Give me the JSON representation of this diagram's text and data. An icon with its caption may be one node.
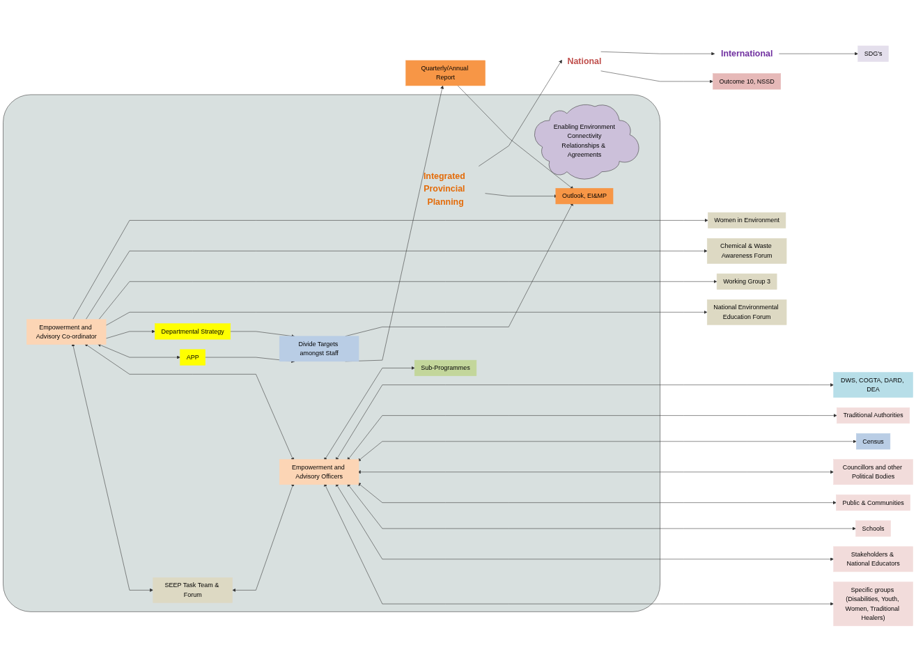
{
  "diagram": {
    "nodes": [
      {
        "text": [
          "Women in Environment"
        ]
      },
      {
        "text": [
          "Chemical & Waste Awareness Forum"
        ]
      },
      {
        "text": [
          "International"
        ]
      },
      {
        "text": [
          "SDG's"
        ]
      },
      {
        "text": [
          "Working Group 3"
        ]
      },
      {
        "text": [
          "National Environmental Education Forum"
        ]
      },
      {
        "text": [
          "National"
        ]
      },
      {
        "text": [
          "Outcome 10, NSSD"
        ]
      },
      {
        "text": [],
        "shape": "cloud"
      },
      {
        "text": [
          "Integrated Provincial Planning"
        ],
        "in": 8
      },
      {
        "text": [
          "Outlook, EI&MP"
        ],
        "in": 8
      },
      {
        "text": [
          "Quarterly/Annual Report"
        ]
      },
      {
        "text": [
          "Enabling Environment",
          "Connectivity",
          "Relationships & Agreements"
        ],
        "in": 8
      },
      {
        "text": [
          "Departmental Strategy"
        ],
        "in": 8
      },
      {
        "text": [
          "Divide Targets amongst Staff"
        ],
        "in": 8
      },
      {
        "text": [
          "Empowerment and Advisory Co-ordinator"
        ],
        "in": 8
      },
      {
        "text": [
          "APP"
        ],
        "in": 8
      },
      {
        "text": [
          "Sub-Programmes"
        ],
        "in": 8
      },
      {
        "text": [
          "SEEP Task Team & Forum"
        ],
        "in": 8
      },
      {
        "text": [
          "Empowerment and Advisory Officers"
        ],
        "in": 8
      },
      {
        "text": [
          "Stakeholders & National Educators"
        ]
      },
      {
        "text": [
          "DWS, COGTA, DARD, DEA"
        ]
      },
      {
        "text": [
          "Census"
        ]
      },
      {
        "text": [
          "Public & Communities"
        ]
      },
      {
        "text": [
          "Traditional Authorities"
        ]
      },
      {
        "text": [
          "Councillors and other Political Bodies"
        ]
      },
      {
        "text": [
          "Schools"
        ]
      },
      {
        "text": [
          "Specific groups (Disabilities, Youth, Women, Traditional Healers)"
        ]
      }
    ],
    "edges": [
      {
        "from": 15,
        "to": 0,
        "arrow": "to"
      },
      {
        "from": 15,
        "to": 1,
        "arrow": "to"
      },
      {
        "from": 15,
        "to": 4,
        "arrow": "to"
      },
      {
        "from": 15,
        "to": 5,
        "arrow": "to"
      },
      {
        "from": 9,
        "to": 6,
        "arrow": "to"
      },
      {
        "from": 6,
        "to": 2,
        "arrow": "to"
      },
      {
        "from": 2,
        "to": 3,
        "arrow": "to"
      },
      {
        "from": 6,
        "to": 7,
        "arrow": "to"
      },
      {
        "from": 9,
        "to": 10,
        "arrow": "to"
      },
      {
        "from": 11,
        "to": 10,
        "arrow": "to"
      },
      {
        "from": 14,
        "to": 10,
        "arrow": "to"
      },
      {
        "from": 14,
        "to": 11,
        "arrow": "to"
      },
      {
        "from": 15,
        "to": 13,
        "arrow": "to"
      },
      {
        "from": 13,
        "to": 14,
        "arrow": "to"
      },
      {
        "from": 16,
        "to": 14,
        "arrow": "to"
      },
      {
        "from": 15,
        "to": 16,
        "arrow": "both"
      },
      {
        "from": 15,
        "to": 19,
        "arrow": "both"
      },
      {
        "from": 15,
        "to": 18,
        "arrow": "both"
      },
      {
        "from": 18,
        "to": 19,
        "arrow": "both"
      },
      {
        "from": 19,
        "to": 17,
        "arrow": "both"
      },
      {
        "from": 19,
        "to": 21,
        "arrow": "both"
      },
      {
        "from": 19,
        "to": 24,
        "arrow": "both"
      },
      {
        "from": 19,
        "to": 22,
        "arrow": "both"
      },
      {
        "from": 19,
        "to": 25,
        "arrow": "both"
      },
      {
        "from": 19,
        "to": 23,
        "arrow": "both"
      },
      {
        "from": 19,
        "to": 26,
        "arrow": "both"
      },
      {
        "from": 19,
        "to": 20,
        "arrow": "both"
      },
      {
        "from": 19,
        "to": 27,
        "arrow": "both"
      }
    ]
  }
}
